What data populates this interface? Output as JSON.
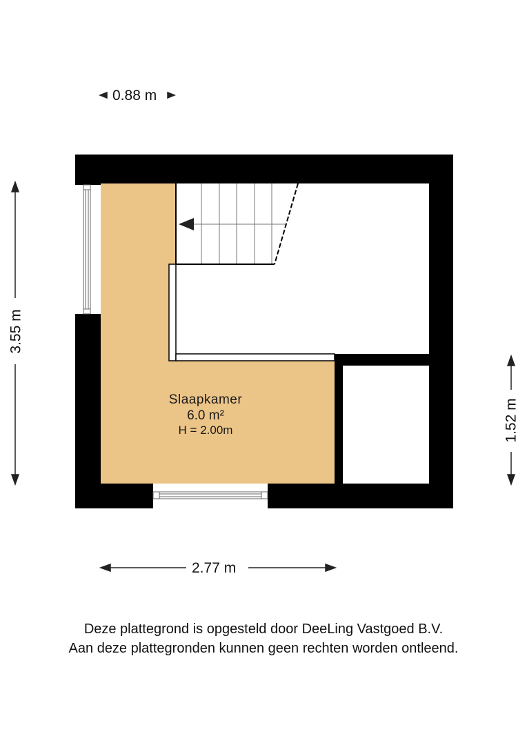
{
  "floorplan": {
    "colors": {
      "wall": "#000000",
      "room_fill": "#ebc487",
      "background": "#ffffff",
      "stair_line": "#777777"
    },
    "rooms": [
      {
        "name": "Slaapkamer",
        "area": "6.0 m²",
        "height": "H = 2.00m"
      }
    ],
    "dimensions": {
      "top": "0.88 m",
      "left": "3.55 m",
      "right": "1.52 m",
      "bottom": "2.77 m"
    },
    "elements": {
      "stair_direction_icon": "arrow-left",
      "stair_steps": 6
    }
  },
  "footer": {
    "line1": "Deze plattegrond is opgesteld door DeeLing Vastgoed B.V.",
    "line2": "Aan deze plattegronden kunnen geen rechten worden ontleend."
  }
}
